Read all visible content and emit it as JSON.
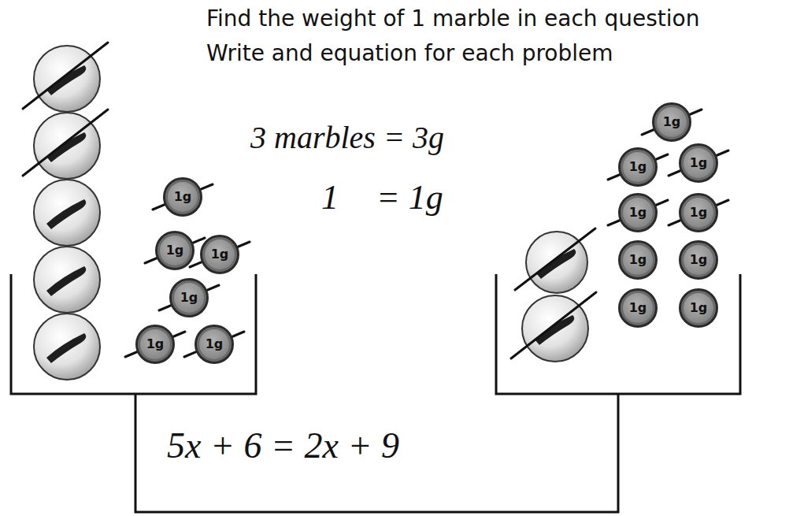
{
  "diagram": {
    "title": "Find the weight of 1 marble in each question",
    "nodes": [
      {
        "text": [
          "1g"
        ]
      },
      {
        "text": [
          "1g"
        ]
      },
      {
        "text": [
          "1g"
        ]
      },
      {
        "text": [
          "1g"
        ]
      },
      {
        "text": [
          "1g"
        ]
      },
      {
        "text": [
          "1g"
        ]
      },
      {
        "text": [
          "1g"
        ]
      },
      {
        "text": [
          "1g"
        ]
      },
      {
        "text": [
          "1g"
        ]
      },
      {
        "text": [
          "1g"
        ]
      },
      {
        "text": [
          "1g"
        ]
      },
      {
        "text": [
          "1g"
        ]
      },
      {
        "text": [
          "1g"
        ]
      },
      {
        "text": [
          "1g"
        ]
      },
      {
        "text": [
          "1g"
        ]
      }
    ],
    "labels": [
      "Write and equation for each problem",
      "3 marbles = 3g",
      "1",
      "= 1g",
      "5x + 6 = 2x + 9"
    ]
  }
}
